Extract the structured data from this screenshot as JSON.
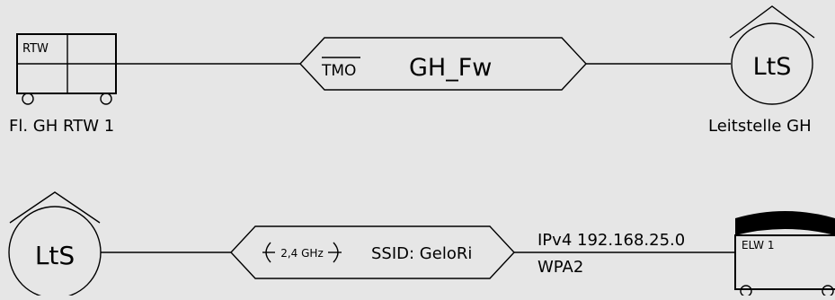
{
  "colors": {
    "background": "#e6e6e6",
    "line": "#000000"
  },
  "top_link": {
    "vehicle": {
      "plate_label": "RTW",
      "caption": "Fl. GH RTW 1"
    },
    "channel": {
      "overline_label": "TMO",
      "name": "GH_Fw"
    },
    "station": {
      "symbol_label": "LtS",
      "caption": "Leitstelle GH"
    }
  },
  "bottom_link": {
    "station": {
      "symbol_label": "LtS"
    },
    "channel": {
      "band_label": "2,4 GHz",
      "ssid_label": "SSID: GeloRi"
    },
    "network": {
      "ip_label": "IPv4 192.168.25.0",
      "security_label": "WPA2"
    },
    "vehicle": {
      "plate_label": "ELW 1"
    }
  }
}
